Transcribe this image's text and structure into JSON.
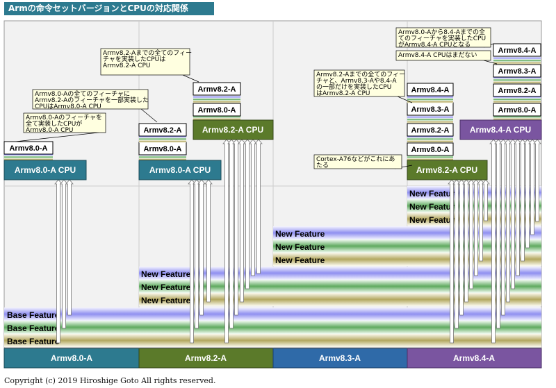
{
  "title": "Armの命令セットバージョンとCPUの対応関係",
  "copyright": "Copyright (c) 2019 Hiroshige Goto All rights reserved.",
  "colors": {
    "teal": "#2d7a8f",
    "olive": "#5b7a2a",
    "blue": "#2f6aa8",
    "purple": "#7a55a0",
    "bg": "#f2f2f2",
    "note": "#ffffe0"
  },
  "columns": [
    {
      "label": "Armv8.0-A"
    },
    {
      "label": "Armv8.2-A"
    },
    {
      "label": "Armv8.3-A"
    },
    {
      "label": "Armv8.4-A"
    }
  ],
  "band_labels": {
    "base": "Base Feature",
    "new": "New Feature"
  },
  "cpus": [
    {
      "label": "Armv8.0-A CPU"
    },
    {
      "label": "Armv8.0-A CPU"
    },
    {
      "label": "Armv8.2-A CPU"
    },
    {
      "label": "Armv8.2-A CPU"
    },
    {
      "label": "Armv8.4-A CPU"
    }
  ],
  "isa_tags": {
    "v80": "Armv8.0-A",
    "v82": "Armv8.2-A",
    "v83": "Armv8.3-A",
    "v84": "Armv8.4-A"
  },
  "notes": [
    [
      "Armv8.0-Aのフィーチャを",
      "全て実装したCPUが",
      "Armv8.0-A CPU"
    ],
    [
      "Armv8.0-Aの全てのフィーチャに",
      "Armv8.2-Aのフィーチャを一部実装した",
      "CPUはArmv8.0-A CPU"
    ],
    [
      "Armv8.2-Aまでの全てのフィー",
      "チャを実装したCPUは",
      "Armv8.2-A CPU"
    ],
    [
      "Armv8.2-Aまでの全てのフィー",
      "チャと、Armv8.3-Aや8.4-A",
      "の一部だけを実装したCPU",
      "はArmv8.2-A CPU"
    ],
    [
      "Cortex-A76などがこれにあ",
      "たる"
    ],
    [
      "Armv8.0-Aから8.4-Aまでの全",
      "てのフィーチャを実装したCPU",
      "がArmv8.4-A CPUとなる"
    ],
    [
      "Armv8.4-A CPUはまだない"
    ]
  ]
}
